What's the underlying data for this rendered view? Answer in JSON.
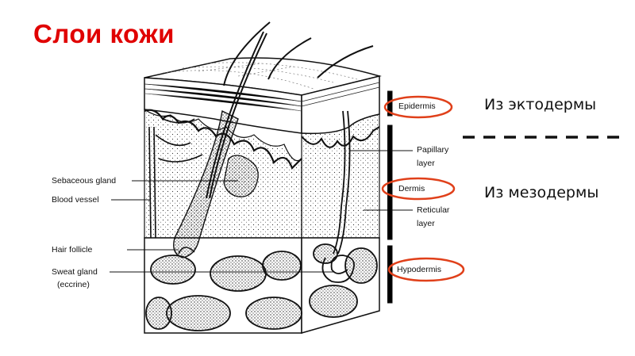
{
  "slide": {
    "title": "Слои кожи"
  },
  "diagram": {
    "left_labels": {
      "sebaceous_gland": "Sebaceous gland",
      "blood_vessel": "Blood vessel",
      "hair_follicle": "Hair follicle",
      "sweat_gland_line1": "Sweat gland",
      "sweat_gland_line2": "(eccrine)"
    },
    "right_labels": {
      "epidermis": "Epidermis",
      "papillary_line1": "Papillary",
      "papillary_line2": "layer",
      "dermis": "Dermis",
      "reticular_line1": "Reticular",
      "reticular_line2": "layer",
      "hypodermis": "Hypodermis"
    },
    "highlight_color": "#e0401a"
  },
  "origins": {
    "ectoderm": "Из эктодермы",
    "mesoderm": "Из мезодермы"
  }
}
